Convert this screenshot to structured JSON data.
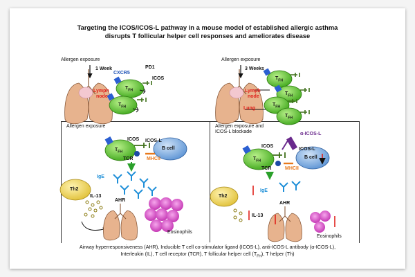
{
  "title_line1": "Targeting the ICOS/ICOS-L pathway in a mouse model of established allergic asthma",
  "title_line2": "disrupts T follicular helper cell responses and ameliorates disease",
  "top_left": {
    "allergen": "Allergen exposure",
    "time": "1 Week",
    "lymph1": "Lymph",
    "lymph2": "node",
    "cxcr5": "CXCR5",
    "pd1": "PD1",
    "icos": "ICOS",
    "tfh": "T",
    "tfh_sub": "FH"
  },
  "top_right": {
    "allergen": "Allergen exposure",
    "time": "3 Weeks",
    "lymph1": "Lymph",
    "lymph2": "node",
    "lung": "Lung",
    "tfh": "T",
    "tfh_sub": "FH"
  },
  "bottom_left": {
    "allergen": "Allergen exposure",
    "icos": "ICOS",
    "icosl": "ICOS-L",
    "tcr": "TCR",
    "mhcii": "MHCII",
    "bcell": "B cell",
    "ige": "IgE",
    "th2": "Th2",
    "il13": "IL-13",
    "ahr": "AHR",
    "eos": "Eosinophils",
    "tfh": "T",
    "tfh_sub": "FH"
  },
  "bottom_right": {
    "allergen1": "Allergen exposure and",
    "allergen2": "ICOS-L blockade",
    "anti": "α-ICOS-L",
    "icos": "ICOS",
    "icosl": "ICOS-L",
    "tcr": "TCR",
    "mhcii": "MHCII",
    "bcell": "B cell",
    "ige": "IgE",
    "th2": "Th2",
    "il13": "IL-13",
    "ahr": "AHR",
    "eos": "Eosinophils",
    "tfh": "T",
    "tfh_sub": "FH"
  },
  "footer_line1": "Airway hyperresponsiveness (AHR), Inducible T cell co-stimulator ligand (ICOS-L), anti-ICOS-L antibody (α-ICOS-L),",
  "footer_line2": "Interleukin (IL), T cell receptor (TCR), T follicular helper cell (T",
  "footer_line2_sub": "FH",
  "footer_line2_end": "), T helper (Th)",
  "colors": {
    "tcell": "#6fcf3a",
    "bcell": "#7fb0e6",
    "th2": "#f3dc6a",
    "eos": "#d94fc8",
    "lung": "#e7b38e",
    "ige": "#1f8fd8",
    "red": "#e0201a"
  }
}
